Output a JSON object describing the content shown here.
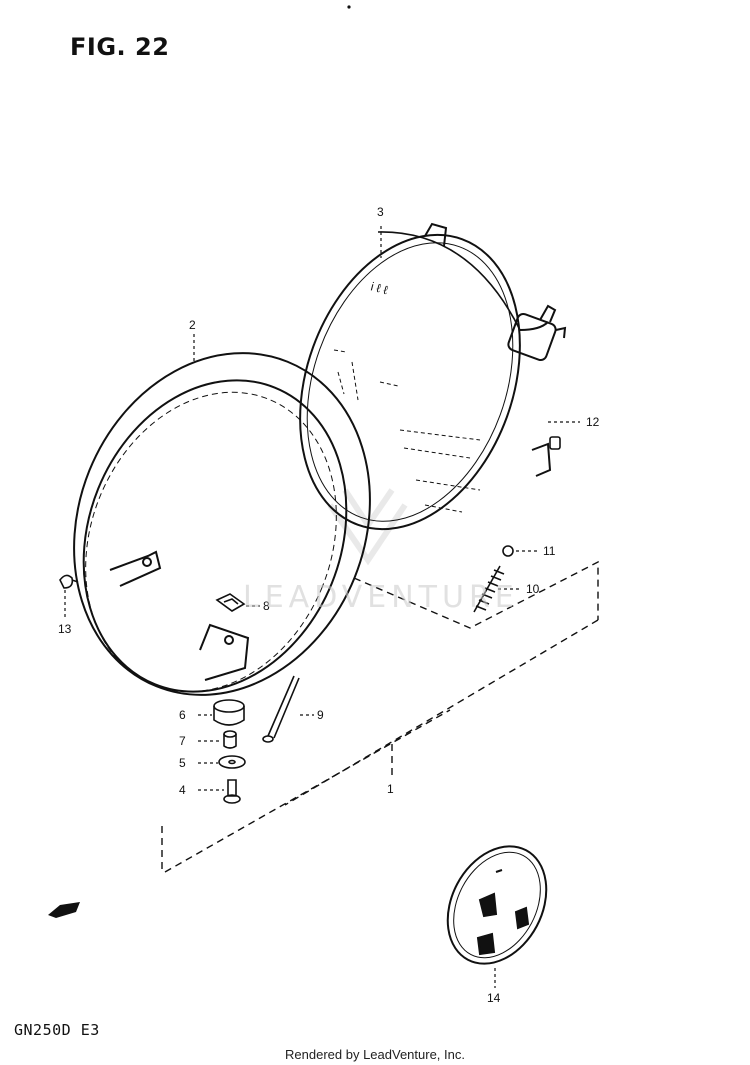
{
  "figure": {
    "title": "FIG. 22"
  },
  "model_code": "GN250D E3",
  "credit": "Rendered by LeadVenture, Inc.",
  "watermark": "LEADVENTURE",
  "callouts": [
    "1",
    "2",
    "3",
    "4",
    "5",
    "6",
    "7",
    "8",
    "9",
    "10",
    "11",
    "12",
    "13",
    "14"
  ],
  "parts": {
    "assembly_frame": "headlight-assembly-bracket-lines",
    "rim": "headlight-rim",
    "unit": "sealed-beam-headlight-unit",
    "screw": "screw",
    "washer": "washer",
    "cushion": "cushion",
    "collar": "collar",
    "nut": "clip-nut",
    "bolt": "adjusting-bolt",
    "spring": "spring",
    "spring_nut": "spring-nut",
    "clip": "clip",
    "rim_screw": "rim-screw",
    "sub_lens": "sub-lens"
  }
}
